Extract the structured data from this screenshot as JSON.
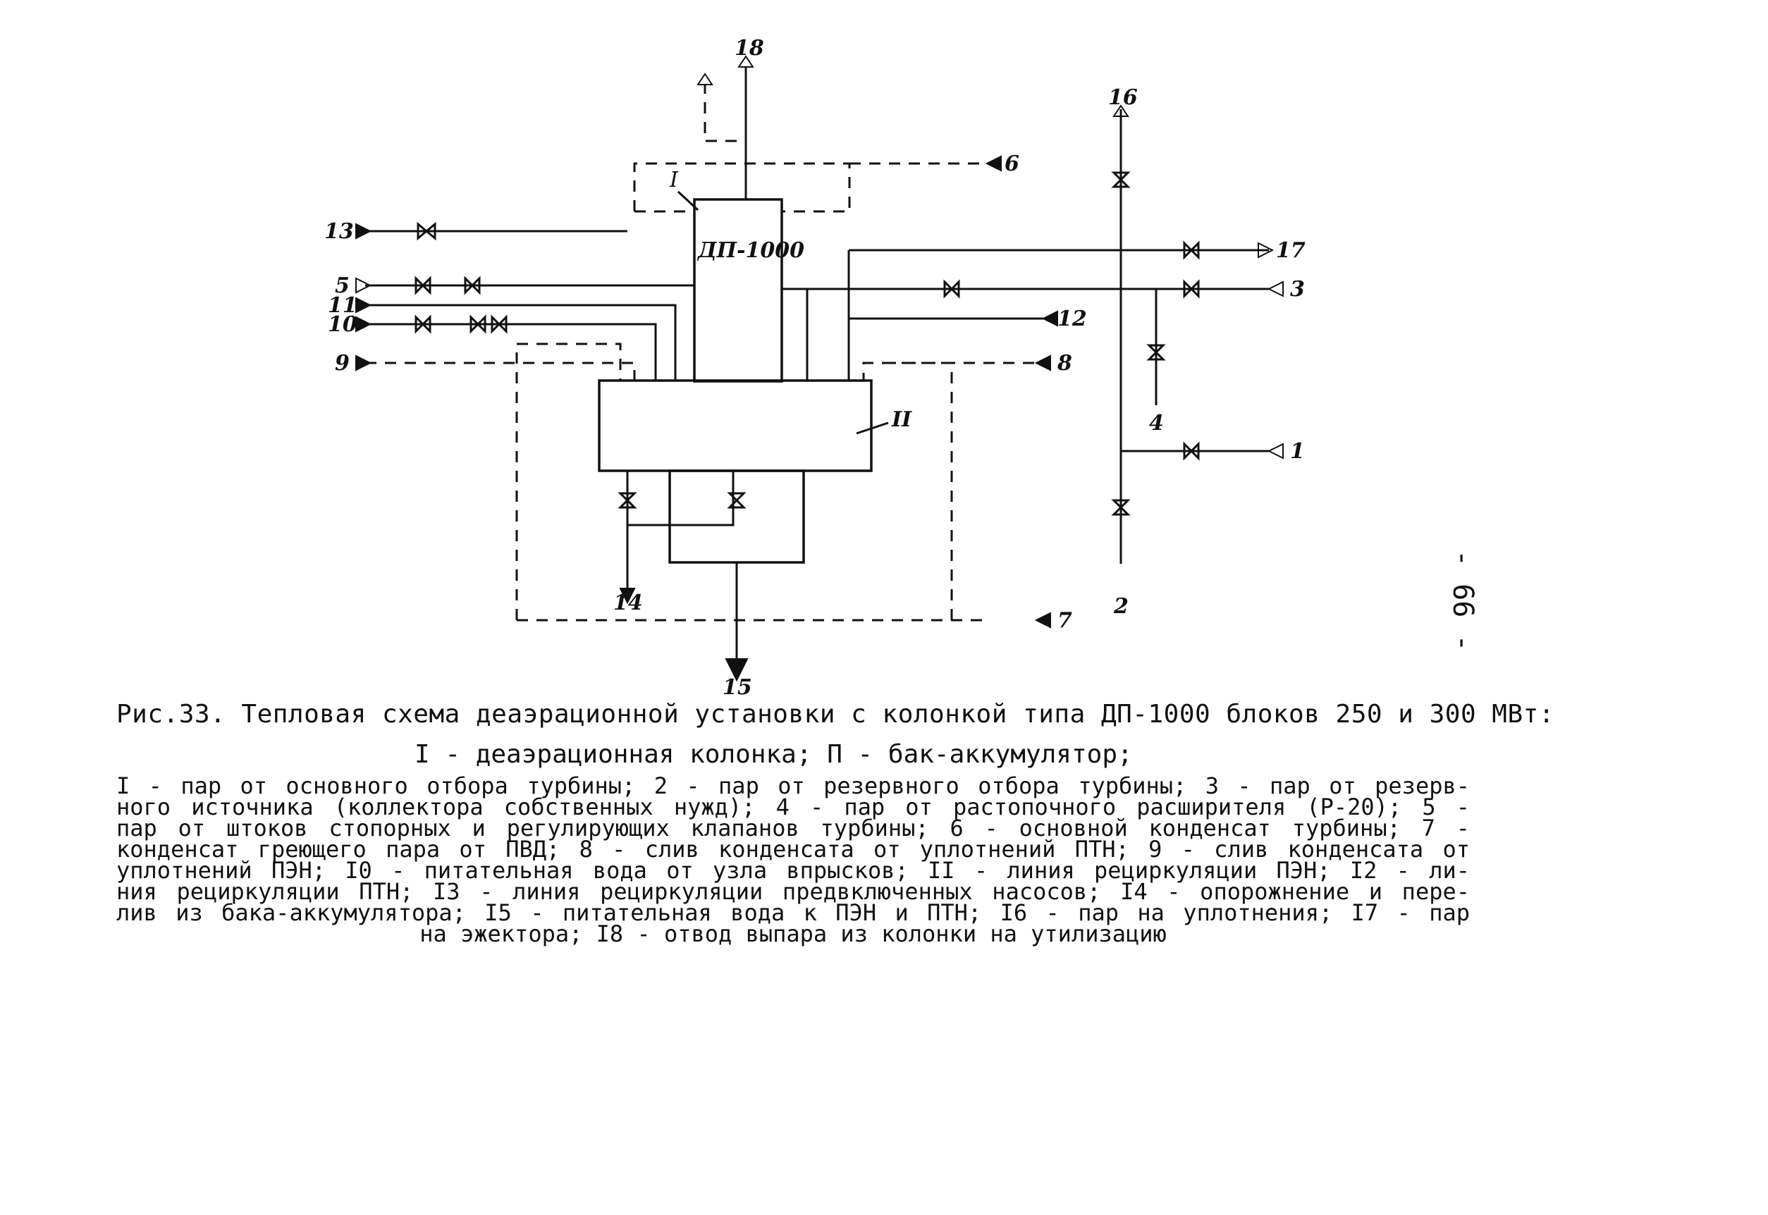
{
  "figure": {
    "title": "Рис.33. Тепловая схема деаэрационной установки с колонкой типа ДП-1000 блоков 250 и 300 МВт:",
    "subtitle": "I - деаэрационная колонка; П - бак-аккумулятор;",
    "legend_lines": [
      "I - пар от основного отбора турбины; 2 - пар от резервного отбора турбины; 3 - пар от резерв-",
      "ного источника (коллектора собственных нужд); 4 - пар от растопочного расширителя (Р-20); 5 -",
      "пар от штоков стопорных и регулирующих клапанов турбины; 6 - основной конденсат турбины; 7 -",
      "конденсат греющего пара от ПВД; 8 - слив конденсата от уплотнений ПТН; 9 - слив конденсата от",
      "уплотнений ПЭН; I0 - питательная вода от узла впрысков; II - линия рециркуляции ПЭН; I2 - ли-",
      "ния рециркуляции ПТН; I3 - линия рециркуляции предвключенных насосов; I4 - опорожнение и пере-",
      "лив из бака-аккумулятора; I5 - питательная вода к ПЭН и ПТН; I6 - пар на уплотнения; I7 - пар",
      "на эжектора; I8 - отвод выпара из колонки на утилизацию"
    ]
  },
  "page_number": "- 66 -",
  "diagram": {
    "column_label": "ДП-1000",
    "column_marker": "I",
    "tank_marker": "II",
    "line_numbers": {
      "n1": "1",
      "n2": "2",
      "n3": "3",
      "n4": "4",
      "n5": "5",
      "n6": "6",
      "n7": "7",
      "n8": "8",
      "n9": "9",
      "n10": "10",
      "n11": "11",
      "n12": "12",
      "n13": "13",
      "n14": "14",
      "n15": "15",
      "n16": "16",
      "n17": "17",
      "n18": "18"
    }
  }
}
